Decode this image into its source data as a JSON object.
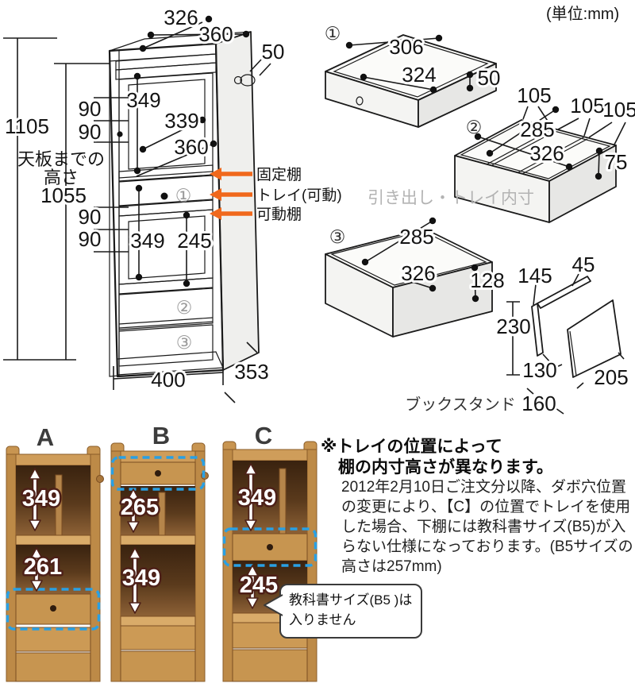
{
  "unit_label": "(単位:mm)",
  "colors": {
    "accent_orange": "#f0681c",
    "highlight_blue": "#29a0e4",
    "wood": "#c79550",
    "wood_interior_dark": "#39220f",
    "photo_number_outline": "#4d2018",
    "diagram_back_gray": "#b3b3b3"
  },
  "cabinet_diagram": {
    "top_inner_width": "326",
    "top_outer_width": "360",
    "fence_height": "50",
    "total_height": "1105",
    "top_height_label1": "天板までの",
    "top_height_label2": "高さ",
    "top_height_value": "1055",
    "upper_inner_height": "349",
    "upper_pitch_a": "90",
    "upper_pitch_b": "90",
    "back_inner_width": "339",
    "back_outer_width": "360",
    "fixed_shelf_label": "固定棚",
    "tray_label": "トレイ(可動)",
    "movable_shelf_label": "可動棚",
    "tray_marker": "①",
    "lower_pitch_a": "90",
    "lower_pitch_b": "90",
    "lower_inner_height_a": "349",
    "lower_inner_height_b": "245",
    "drawer2_marker": "②",
    "drawer3_marker": "③",
    "base_width": "400",
    "depth": "353"
  },
  "parts_diagram": {
    "caption": "引き出し・トレイ内寸",
    "tray1": {
      "marker": "①",
      "width": "306",
      "depth": "324",
      "height": "50"
    },
    "drawer2": {
      "marker": "②",
      "section_a": "105",
      "section_b": "105",
      "section_c": "105",
      "width": "285",
      "depth": "326",
      "height": "75"
    },
    "drawer3": {
      "marker": "③",
      "width": "285",
      "depth": "326",
      "height": "128"
    },
    "bookstand": {
      "caption": "ブックスタンド",
      "side_height": "145",
      "top_thickness": "45",
      "height": "230",
      "side_bottom": "130",
      "panel_width": "205",
      "depth": "160"
    }
  },
  "variants": {
    "a": {
      "label": "A",
      "upper": "349",
      "lower": "261"
    },
    "b": {
      "label": "B",
      "upper": "265",
      "lower": "349"
    },
    "c": {
      "label": "C",
      "upper": "349",
      "lower": "245"
    }
  },
  "note": {
    "title_line1": "※トレイの位置によって",
    "title_line2": "棚の内寸高さが異なります。",
    "body": "2012年2月10日ご注文分以降、ダボ穴位置の変更により、【C】の位置でトレイを使用した場合、下棚には教科書サイズ(B5)が入らない仕様になっております。(B5サイズの高さは257mm)",
    "bubble_line1": "教科書サイズ(B5 )は",
    "bubble_line2": "入りません"
  }
}
